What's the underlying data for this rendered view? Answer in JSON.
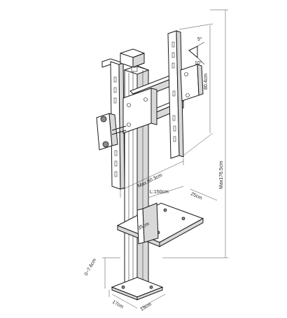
{
  "dimensions": {
    "tilt_top": "5°",
    "tilt_bottom": "10°",
    "bracket_height": "80.4cm",
    "max_height": "Max176.5cm",
    "max_width": "Max.60.3cm",
    "shelf_length": "L:150cm",
    "shelf_depth": "25cm",
    "shelf_width": "35cm",
    "floor_gap": "0~7.6cm",
    "base_width": "17cm",
    "base_depth": "19cm"
  }
}
